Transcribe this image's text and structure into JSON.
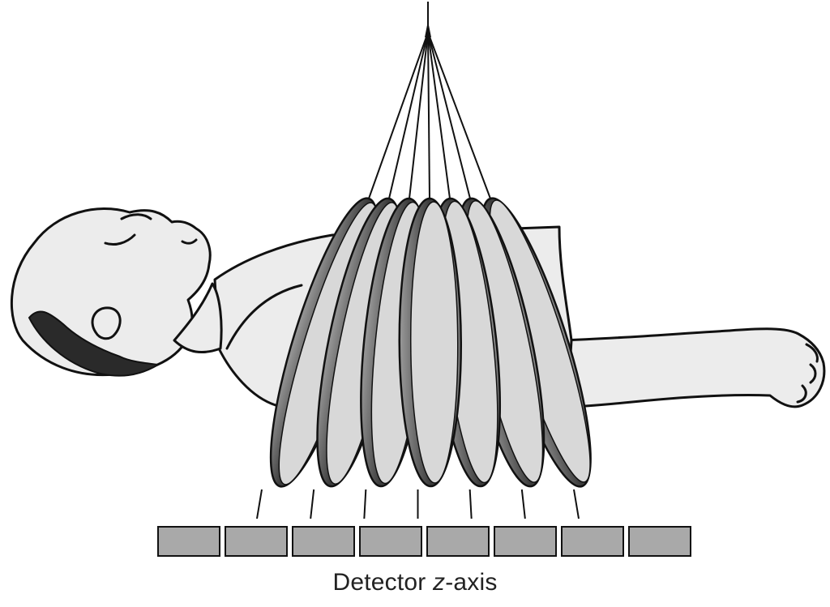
{
  "caption": {
    "prefix": "Detector ",
    "axis_letter": "z",
    "suffix": "-axis"
  },
  "colors": {
    "line": "#111111",
    "slice_fill": "#d8d8d8",
    "slice_rim": "#5a5a5a",
    "detector_fill": "#a9a9a9",
    "skin": "#ececec",
    "hair": "#2a2a2a"
  },
  "figure": {
    "slice_count": 7,
    "detector_count": 8
  }
}
